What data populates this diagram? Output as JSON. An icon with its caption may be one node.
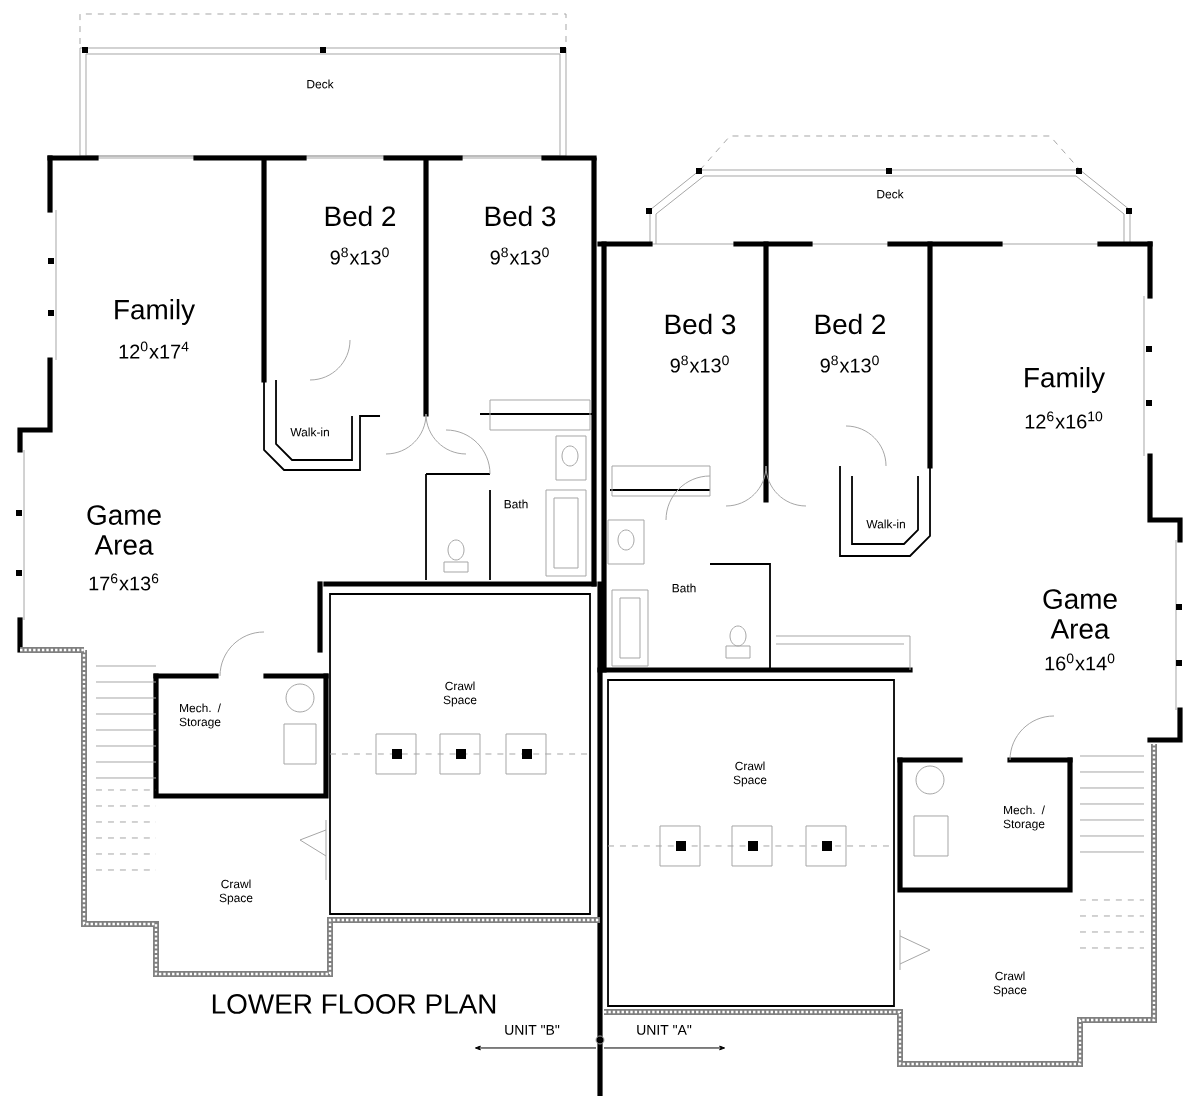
{
  "diagram": {
    "title": "LOWER FLOOR PLAN",
    "labels": [
      "Deck",
      "Bed 2",
      "9$^{8}$x13$^{0}$",
      "Bed 3",
      "9$^{8}$x13$^{0}$",
      "Deck",
      "Family",
      "12$^{0}$x17$^{4}$",
      "Bed 3",
      "9$^{8}$x13$^{0}$",
      "Bed 2",
      "9$^{8}$x13$^{0}$",
      "Family",
      "12$^{6}$x16$^{10}$",
      "Walk-in",
      "Bath",
      "Walk-in",
      "Game Area",
      "17$^{6}$x13$^{6}$",
      "Bath",
      "Game Area",
      "16$^{0}$x14$^{0}$",
      "Crawl Space",
      "Mech. / Storage",
      "Crawl Space",
      "Mech. / Storage",
      "Crawl Space",
      "Crawl Space",
      "UNIT \"B\"",
      "UNIT \"A\""
    ]
  }
}
